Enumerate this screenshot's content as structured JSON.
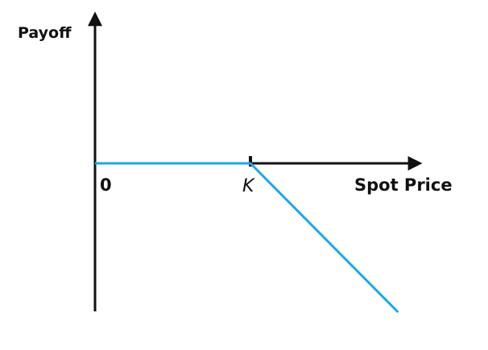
{
  "chart_data": {
    "type": "line",
    "title": "",
    "xlabel": "Spot Price",
    "ylabel": "Payoff",
    "origin_label": "0",
    "strike_label": "K",
    "x": [
      0,
      1,
      1.95
    ],
    "series": [
      {
        "values": [
          0,
          0,
          -1.85
        ],
        "color": "#1ea7e6"
      }
    ],
    "xlim": [
      0,
      2.1
    ],
    "ylim": [
      -1.95,
      1.95
    ],
    "grid": false,
    "axis_color": "#111111"
  }
}
